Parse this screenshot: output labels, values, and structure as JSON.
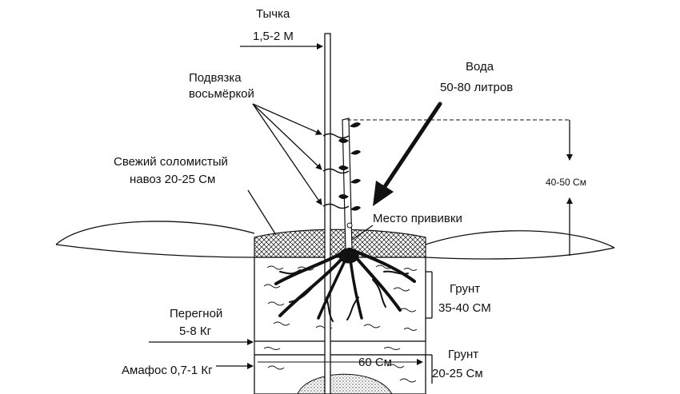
{
  "labels": {
    "stake": "Тычка",
    "stake_size": "1,5-2 М",
    "tie": "Подвязка",
    "tie_method": "восьмёркой",
    "water": "Вода",
    "water_volume": "50-80 литров",
    "manure": "Свежий соломистый",
    "manure_depth": "навоз 20-25 См",
    "height": "40-50 См",
    "graft": "Место прививки",
    "soil_top": "Грунт",
    "soil_top_depth": "35-40 СМ",
    "humus": "Перегной",
    "humus_amount": "5-8 Кг",
    "width": "60 См",
    "soil_bottom": "Грунт",
    "soil_bottom_depth": "20-25 См",
    "ammophos": "Амафос 0,7-1 Кг"
  },
  "colors": {
    "ink": "#111111",
    "background": "#ffffff"
  }
}
